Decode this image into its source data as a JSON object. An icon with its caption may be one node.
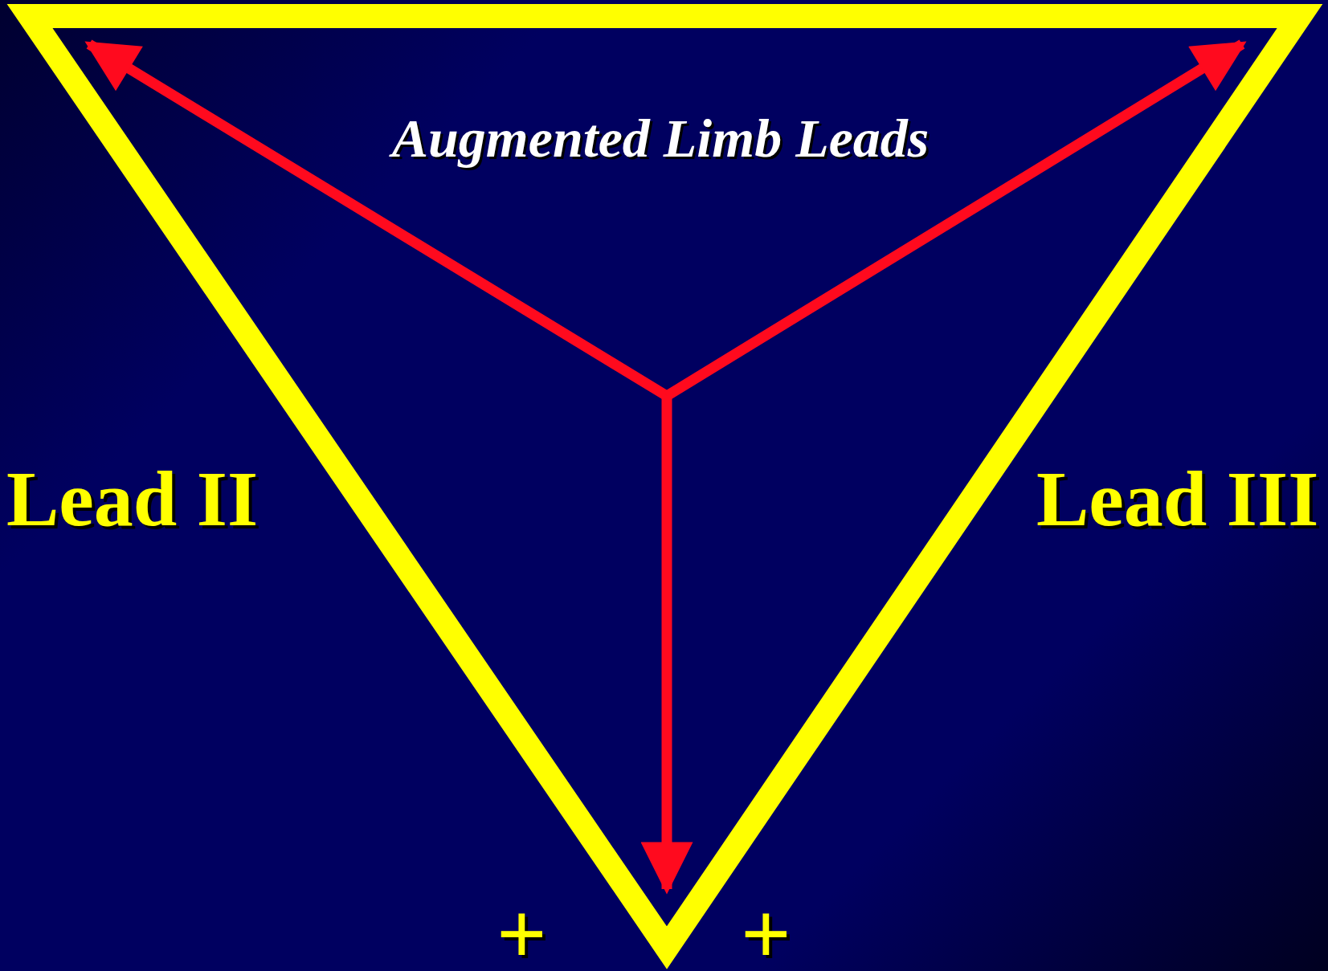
{
  "diagram": {
    "title": "Augmented Limb Leads",
    "labels": [
      "Lead II",
      "Lead III",
      "+",
      "+"
    ]
  }
}
